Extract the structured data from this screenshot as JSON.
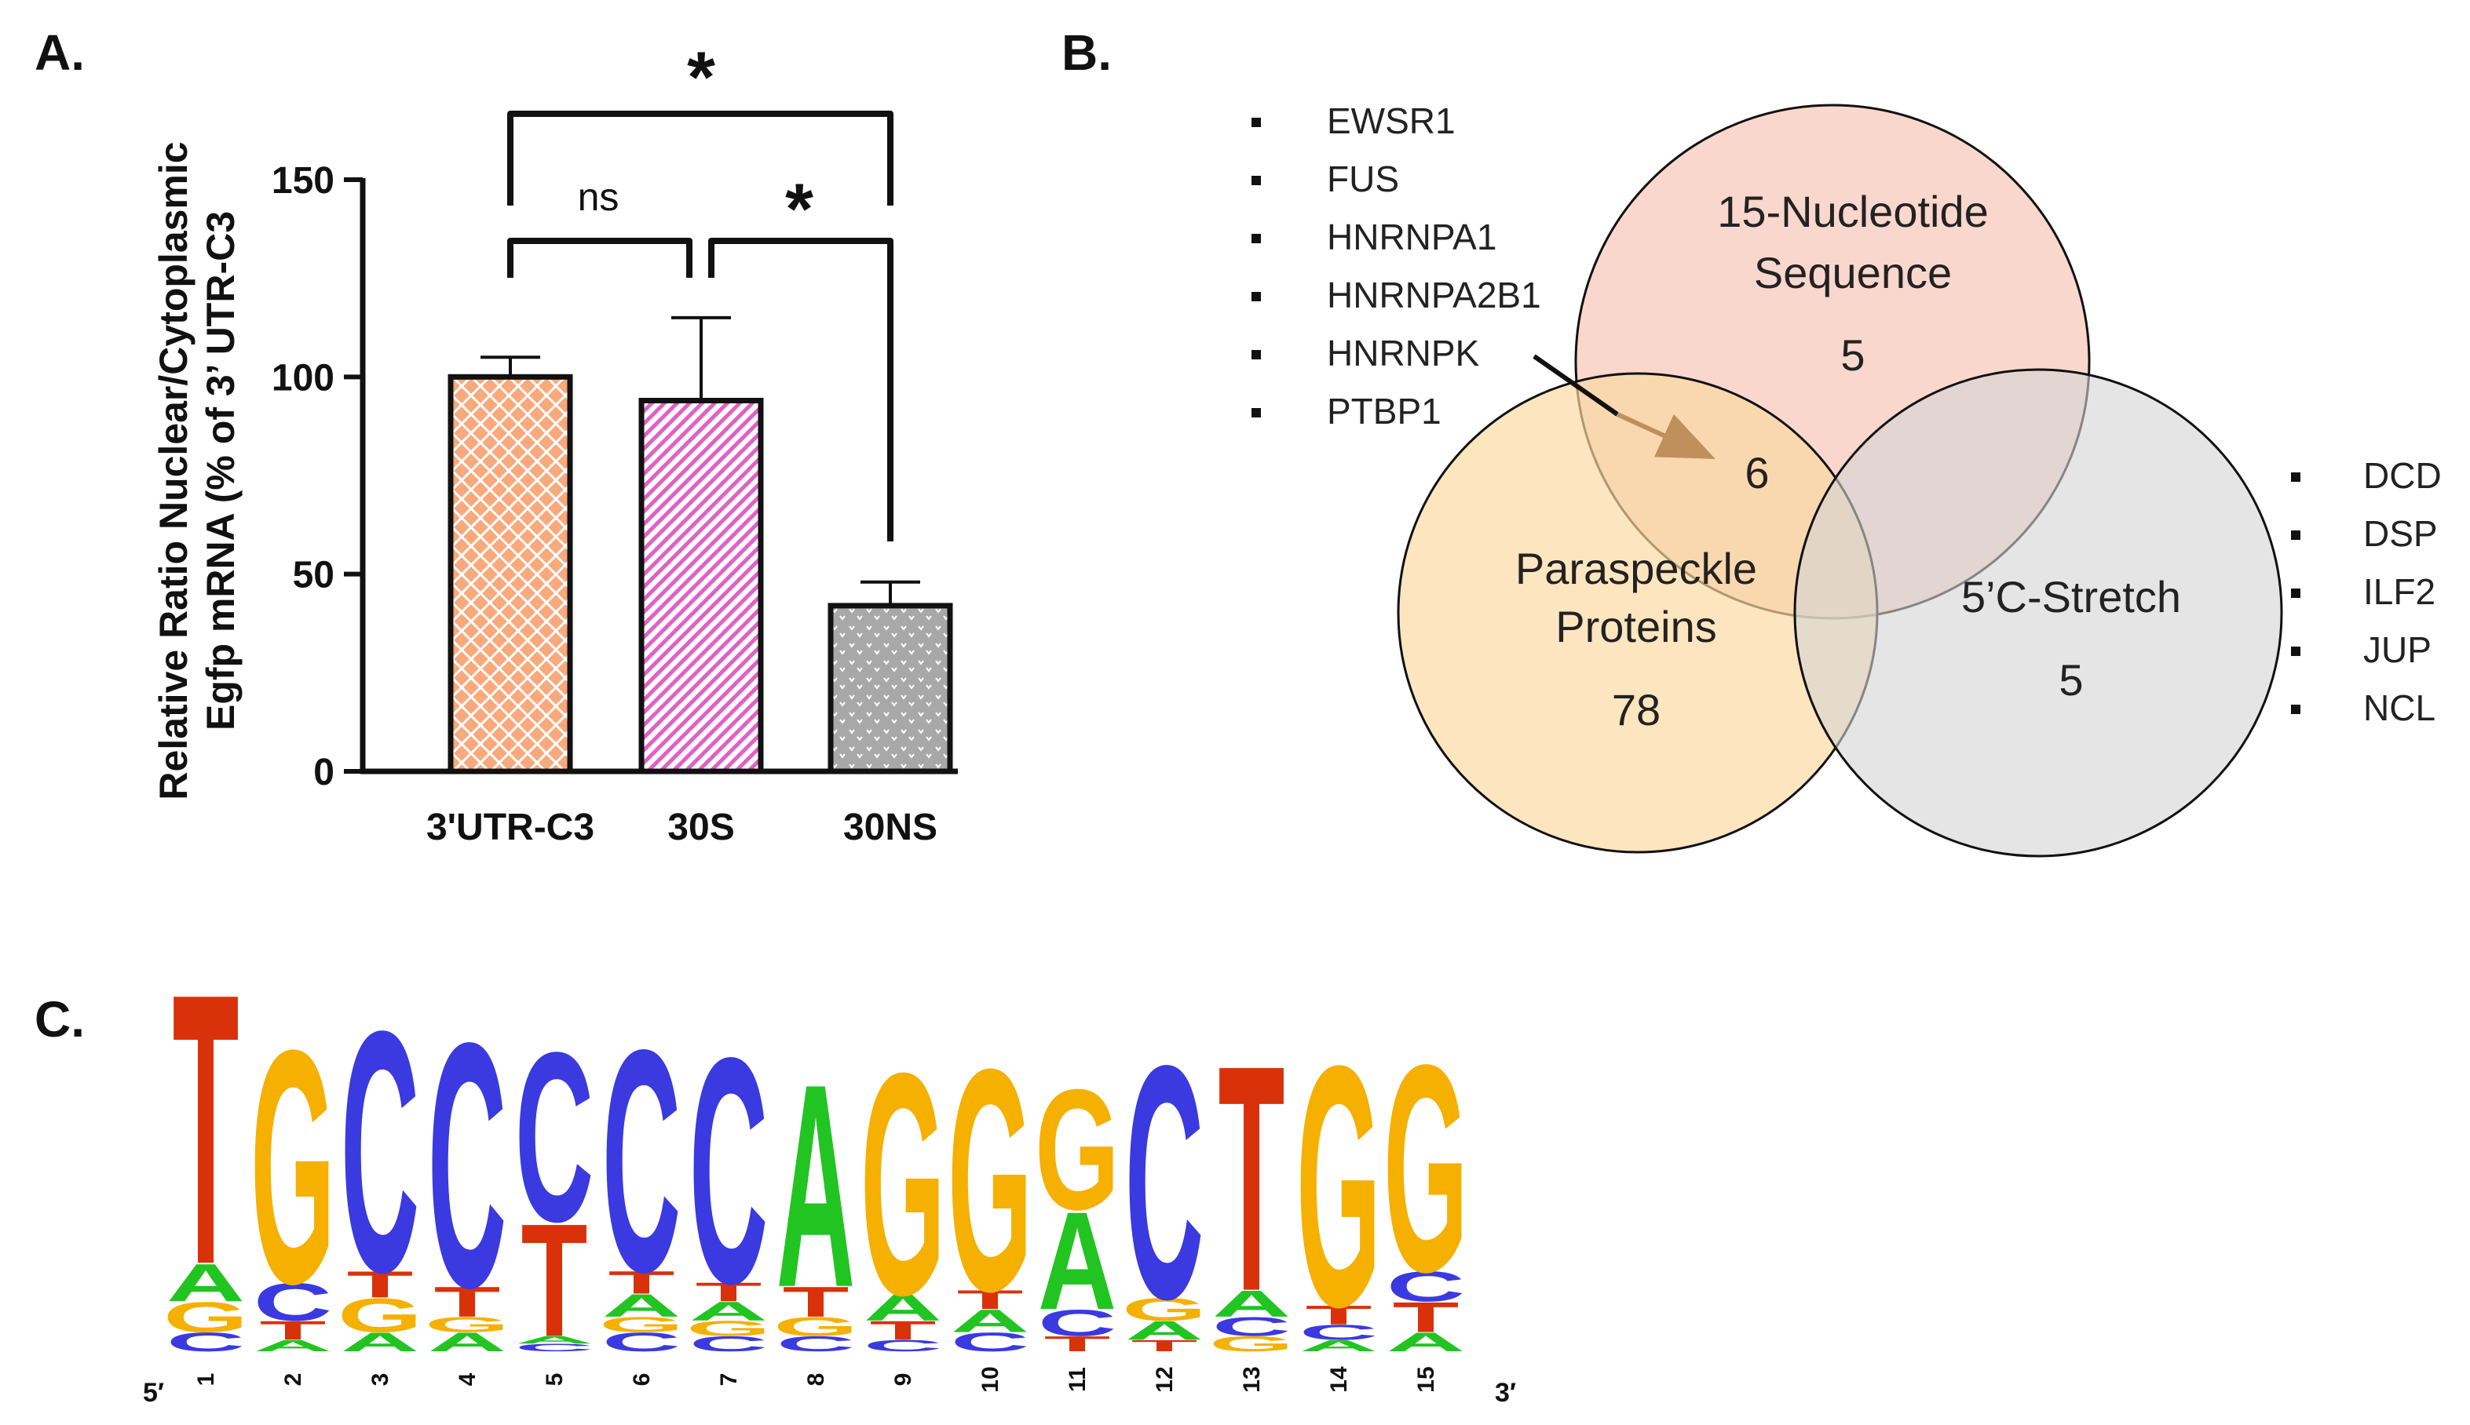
{
  "panels": {
    "a": "A.",
    "b": "B.",
    "c": "C."
  },
  "colors": {
    "bar1": "#f9a97c",
    "bar2": "#e060c8",
    "bar3": "#a8a8a8",
    "circle_top": "#f7c8b8",
    "circle_left": "#fbd9a0",
    "circle_right": "#d4d4d4",
    "logo_A": "#22c422",
    "logo_C": "#3a3ae0",
    "logo_G": "#f5b000",
    "logo_T": "#d9310a"
  },
  "chart_data": [
    {
      "type": "bar",
      "ylabel_line1": "Relative Ratio Nuclear/Cytoplasmic",
      "ylabel_line2": "Egfp mRNA (% of 3’ UTR-C3",
      "categories": [
        "3'UTR-C3",
        "30S",
        "30NS"
      ],
      "values": [
        100,
        94,
        42
      ],
      "errors": [
        5,
        21,
        6
      ],
      "ylim": [
        0,
        150
      ],
      "yticks": [
        0,
        50,
        100,
        150
      ],
      "significance": [
        {
          "from": 0,
          "to": 2,
          "label": "*"
        },
        {
          "from": 0,
          "to": 1,
          "label": "ns"
        },
        {
          "from": 1,
          "to": 2,
          "label": "*"
        }
      ]
    },
    {
      "type": "venn",
      "sets": [
        {
          "label_lines": [
            "15-Nucleotide",
            "Sequence"
          ],
          "count": "5"
        },
        {
          "label_lines": [
            "Paraspeckle",
            "Proteins"
          ],
          "count": "78"
        },
        {
          "label_lines": [
            "5’C-Stretch"
          ],
          "count": "5"
        }
      ],
      "intersection": {
        "sets": [
          "15-Nucleotide Sequence",
          "Paraspeckle Proteins"
        ],
        "count": "6"
      },
      "intersection_list": [
        "EWSR1",
        "FUS",
        "HNRNPA1",
        "HNRNPA2B1",
        "HNRNPK",
        "PTBP1"
      ],
      "right_list": [
        "DCD",
        "DSP",
        "ILF2",
        "JUP",
        "NCL"
      ]
    },
    {
      "type": "sequence-logo",
      "five_prime": "5′",
      "three_prime": "3′",
      "positions": [
        {
          "pos": "1",
          "letters": [
            [
              "C",
              0.05
            ],
            [
              "G",
              0.08
            ],
            [
              "A",
              0.1
            ],
            [
              "T",
              0.72
            ]
          ]
        },
        {
          "pos": "2",
          "letters": [
            [
              "A",
              0.03
            ],
            [
              "T",
              0.05
            ],
            [
              "C",
              0.1
            ],
            [
              "G",
              0.62
            ]
          ]
        },
        {
          "pos": "3",
          "letters": [
            [
              "A",
              0.05
            ],
            [
              "G",
              0.09
            ],
            [
              "T",
              0.07
            ],
            [
              "C",
              0.64
            ]
          ]
        },
        {
          "pos": "4",
          "letters": [
            [
              "A",
              0.05
            ],
            [
              "G",
              0.04
            ],
            [
              "T",
              0.08
            ],
            [
              "C",
              0.65
            ]
          ]
        },
        {
          "pos": "5",
          "letters": [
            [
              "C",
              0.02
            ],
            [
              "A",
              0.02
            ],
            [
              "T",
              0.3
            ],
            [
              "C",
              0.45
            ]
          ]
        },
        {
          "pos": "6",
          "letters": [
            [
              "C",
              0.05
            ],
            [
              "G",
              0.04
            ],
            [
              "A",
              0.06
            ],
            [
              "T",
              0.06
            ],
            [
              "C",
              0.59
            ]
          ]
        },
        {
          "pos": "7",
          "letters": [
            [
              "C",
              0.04
            ],
            [
              "G",
              0.04
            ],
            [
              "A",
              0.05
            ],
            [
              "T",
              0.05
            ],
            [
              "C",
              0.6
            ]
          ]
        },
        {
          "pos": "8",
          "letters": [
            [
              "C",
              0.04
            ],
            [
              "G",
              0.05
            ],
            [
              "T",
              0.08
            ],
            [
              "A",
              0.54
            ]
          ]
        },
        {
          "pos": "9",
          "letters": [
            [
              "C",
              0.03
            ],
            [
              "T",
              0.05
            ],
            [
              "A",
              0.07
            ],
            [
              "G",
              0.59
            ]
          ]
        },
        {
          "pos": "10",
          "letters": [
            [
              "C",
              0.05
            ],
            [
              "A",
              0.06
            ],
            [
              "T",
              0.05
            ],
            [
              "G",
              0.59
            ]
          ]
        },
        {
          "pos": "11",
          "letters": [
            [
              "T",
              0.04
            ],
            [
              "C",
              0.07
            ],
            [
              "A",
              0.26
            ],
            [
              "G",
              0.32
            ]
          ]
        },
        {
          "pos": "12",
          "letters": [
            [
              "T",
              0.03
            ],
            [
              "A",
              0.05
            ],
            [
              "G",
              0.06
            ],
            [
              "C",
              0.62
            ]
          ]
        },
        {
          "pos": "13",
          "letters": [
            [
              "G",
              0.04
            ],
            [
              "C",
              0.05
            ],
            [
              "A",
              0.07
            ],
            [
              "T",
              0.6
            ]
          ]
        },
        {
          "pos": "14",
          "letters": [
            [
              "A",
              0.03
            ],
            [
              "C",
              0.04
            ],
            [
              "T",
              0.05
            ],
            [
              "G",
              0.64
            ]
          ]
        },
        {
          "pos": "15",
          "letters": [
            [
              "A",
              0.05
            ],
            [
              "T",
              0.08
            ],
            [
              "C",
              0.08
            ],
            [
              "G",
              0.55
            ]
          ]
        }
      ]
    }
  ]
}
